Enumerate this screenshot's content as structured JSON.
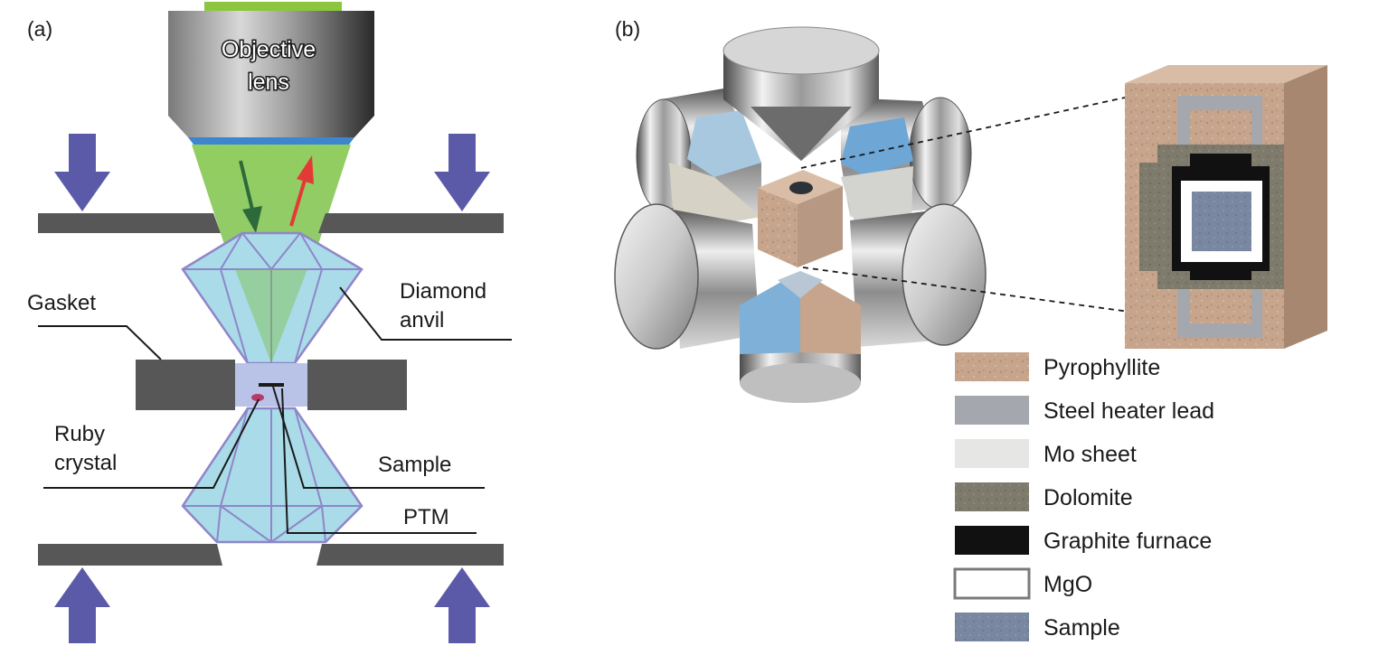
{
  "panels": {
    "a": "(a)",
    "b": "(b)"
  },
  "panel_a": {
    "objective_lens": [
      "Objective",
      "lens"
    ],
    "gasket": "Gasket",
    "diamond_anvil": [
      "Diamond",
      "anvil"
    ],
    "ruby_crystal": [
      "Ruby",
      "crystal"
    ],
    "sample": "Sample",
    "ptm": "PTM"
  },
  "colors": {
    "plate": "#575757",
    "diamond_fill": "#a9dbe8",
    "diamond_edge": "#8f86c9",
    "beam": "#7cc24a",
    "arrow": "#5b5aa8",
    "incident_arrow": "#2d6a3a",
    "return_arrow": "#e43a36",
    "ruby": "#b83a6a",
    "pyrophyllite": "#c6a58c",
    "steel_heater_lead": "#a4a8ae",
    "mo_sheet": "#e6e6e4",
    "dolomite": "#7e7a6c",
    "graphite_furnace": "#111111",
    "mgo": "#ffffff",
    "sample_blue": "#7987a0",
    "anvil_blue": "#7fb1d8"
  },
  "legend": [
    {
      "label": "Pyrophyllite",
      "swatch": "pyrophyllite"
    },
    {
      "label": "Steel heater lead",
      "swatch": "steel_heater_lead"
    },
    {
      "label": "Mo sheet",
      "swatch": "mo_sheet"
    },
    {
      "label": "Dolomite",
      "swatch": "dolomite"
    },
    {
      "label": "Graphite furnace",
      "swatch": "graphite_furnace"
    },
    {
      "label": "MgO",
      "swatch": "mgo"
    },
    {
      "label": "Sample",
      "swatch": "sample_blue"
    }
  ]
}
